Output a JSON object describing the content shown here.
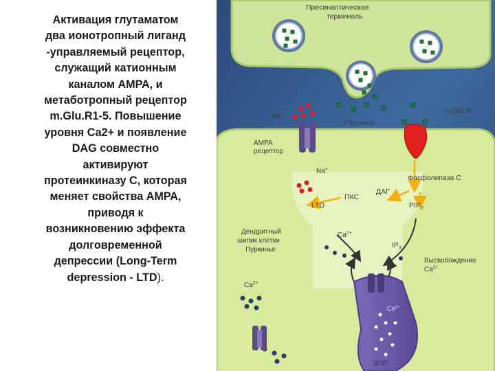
{
  "description": {
    "lines": [
      "Активация глутаматом",
      "два ионотропный лиганд",
      "-управляемый рецептор,",
      "служащий катионным",
      "каналом АМРА, и",
      "метаботропный рецептор",
      "m.Glu.R1-5. Повышение",
      "уровня Са2+ и появление",
      "DAG совместно",
      "активируют",
      "протеинкиназу С, которая",
      "меняет свойства АМРА,",
      "приводя к",
      "возникновению эффекта",
      "долговременной",
      "депрессии (Long-Term",
      "depression - LTD"
    ],
    "tail": ")."
  },
  "diagram": {
    "presynaptic_line1": "Пресинаптическая",
    "presynaptic_line2": "терминаль",
    "na_top": "Na",
    "na_top_sup": "+",
    "glutamate": "Глутамат",
    "mglur": "m.Glu.R",
    "ampa_line1": "AMPA",
    "ampa_line2": "рецептор",
    "na_mid": "Na",
    "na_mid_sup": "+",
    "plc": "Фосфолипаза С",
    "dag": "ДАГ",
    "pkc": "ПКС",
    "ltd": "LTD",
    "pip": "PIP",
    "pip_sub": "2",
    "spine_line1": "Дендритный",
    "spine_line2": "шипик клетки",
    "spine_line3": "Пуркинье",
    "ca_mid": "Ca",
    "ca_mid_sup": "2+",
    "ip3": "IP",
    "ip3_sub": "3",
    "release_line1": "Высвобождение",
    "release_line2": "Ca",
    "release_line2_sup": "2+",
    "ca_left": "Ca",
    "ca_left_sup": "2+",
    "ca_er": "Ca",
    "ca_er_sup": "2+",
    "er": "ЭПР"
  },
  "colors": {
    "background_dark": "#3a5a8c",
    "membrane": "#cfe39a",
    "membrane_edge": "#a8c86a",
    "vesicle": "#5f78a0",
    "glutamate": "#1f7a4a",
    "receptor_purple": "#5a4a8c",
    "receptor_red": "#e02020",
    "ion_red": "#d02030",
    "er_purple": "#6a5aa8",
    "arrow_yellow": "#f0c020"
  }
}
